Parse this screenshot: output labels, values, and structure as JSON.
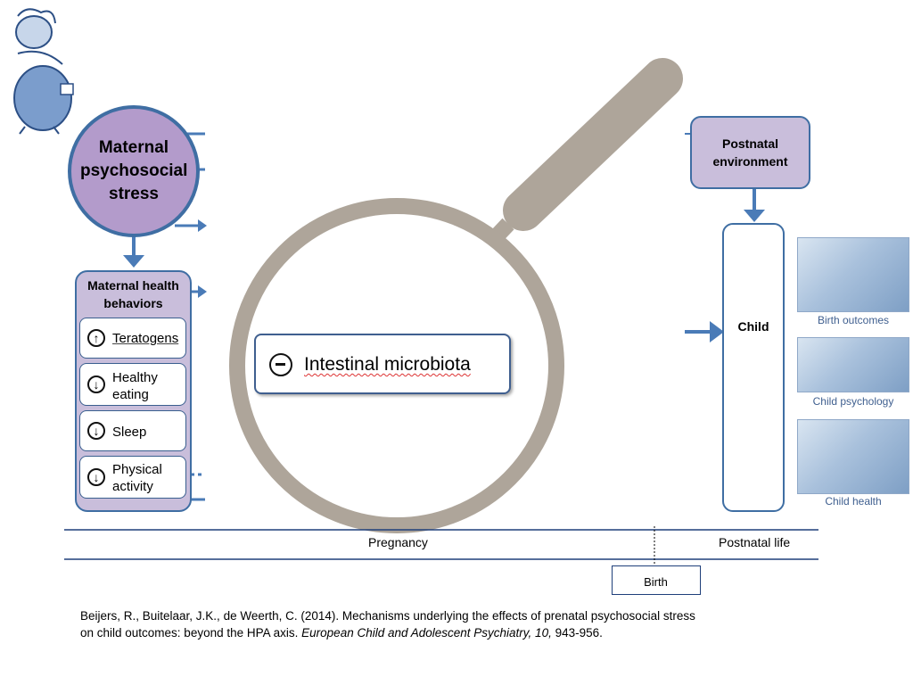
{
  "maternal_stress": {
    "label": "Maternal psychosocial stress"
  },
  "health_behaviors": {
    "title": "Maternal health behaviors",
    "items": [
      {
        "direction": "up",
        "label": "Teratogens"
      },
      {
        "direction": "down",
        "label": "Healthy eating"
      },
      {
        "direction": "down",
        "label": "Sleep"
      },
      {
        "direction": "down",
        "label": "Physical activity"
      }
    ]
  },
  "magnifier": {
    "symbol": "minus",
    "label": "Intestinal microbiota"
  },
  "postnatal_environment": {
    "label": "Postnatal environment"
  },
  "child": {
    "label": "Child"
  },
  "outcomes": [
    {
      "caption": "Birth outcomes"
    },
    {
      "caption": "Child psychology"
    },
    {
      "caption": "Child health"
    }
  ],
  "timeline": {
    "pregnancy": "Pregnancy",
    "postnatal": "Postnatal life",
    "birth": "Birth"
  },
  "citation": {
    "authors": "Beijers, R., Buitelaar, J.K., de Weerth, C. (2014). Mechanisms underlying the effects of prenatal  psychosocial stress",
    "line2_prefix": "on child outcomes: beyond the HPA axis. ",
    "journal": "European Child and Adolescent Psychiatry, 10,",
    "pages": " 943-956."
  },
  "colors": {
    "lavender": "#c9bedb",
    "purple_circle": "#b39bcb",
    "border_blue": "#3f6ea3",
    "arrow_blue": "#4a7bb7",
    "magnifier_grey": "#aea59a"
  }
}
